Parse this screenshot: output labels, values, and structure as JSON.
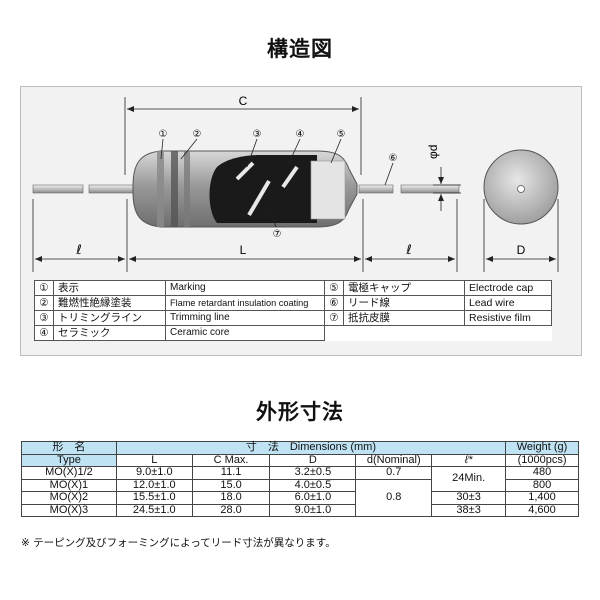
{
  "structure_title": "構造図",
  "dimensions_title": "外形寸法",
  "diagram": {
    "label_c": "C",
    "label_l_left": "ℓ",
    "label_L": "L",
    "label_l_right": "ℓ",
    "label_D": "D",
    "label_phi_d": "φd",
    "callouts": [
      "①",
      "②",
      "③",
      "④",
      "⑤",
      "⑥",
      "⑦"
    ]
  },
  "legend": [
    {
      "num": "①",
      "jp": "表示",
      "en": "Marking",
      "num2": "⑤",
      "jp2": "電極キャップ",
      "en2": "Electrode cap"
    },
    {
      "num": "②",
      "jp": "難燃性絶縁塗装",
      "en": "Flame retardant insulation coating",
      "num2": "⑥",
      "jp2": "リード線",
      "en2": "Lead wire"
    },
    {
      "num": "③",
      "jp": "トリミングライン",
      "en": "Trimming line",
      "num2": "⑦",
      "jp2": "抵抗皮膜",
      "en2": "Resistive film"
    },
    {
      "num": "④",
      "jp": "セラミック",
      "en": "Ceramic core",
      "num2": "",
      "jp2": "",
      "en2": ""
    }
  ],
  "table": {
    "h_type_jp": "形　名",
    "h_type_en": "Type",
    "h_dims": "寸　法　Dimensions (mm)",
    "h_weight": "Weight (g)",
    "h_weight2": "(1000pcs)",
    "h_L": "L",
    "h_C": "C Max.",
    "h_D": "D",
    "h_d": "d(Nominal)",
    "h_l": "ℓ*",
    "rows": [
      {
        "type": "MO(X)1/2",
        "L": "9.0±1.0",
        "C": "11.1",
        "D": "3.2±0.5",
        "weight": "480"
      },
      {
        "type": "MO(X)1",
        "L": "12.0±1.0",
        "C": "15.0",
        "D": "4.0±0.5",
        "weight": "800"
      },
      {
        "type": "MO(X)2",
        "L": "15.5±1.0",
        "C": "18.0",
        "D": "6.0±1.0",
        "weight": "1,400"
      },
      {
        "type": "MO(X)3",
        "L": "24.5±1.0",
        "C": "28.0",
        "D": "9.0±1.0",
        "weight": "4,600"
      }
    ],
    "d_small": "0.7",
    "d_large": "0.8",
    "l_24": "24Min.",
    "l_30": "30±3",
    "l_38": "38±3"
  },
  "note": "※ テーピング及びフォーミングによってリード寸法が異なります。"
}
